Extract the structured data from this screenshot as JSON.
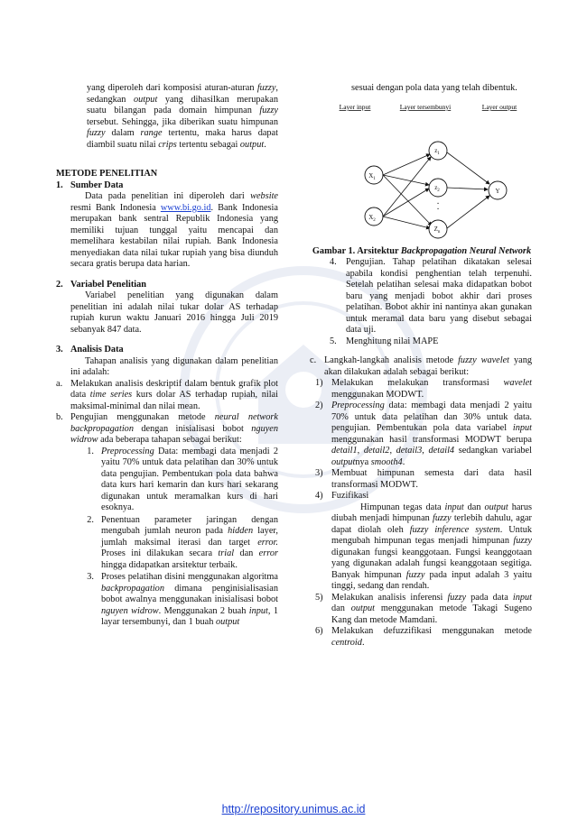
{
  "left": {
    "intro": {
      "t1": "yang diperoleh dari komposisi aturan-aturan ",
      "i1": "fuzzy",
      "t2": ", sedangkan ",
      "i2": "output",
      "t3": " yang dihasilkan merupakan suatu bilangan pada domain himpunan ",
      "i3": "fuzzy",
      "t4": " tersebut. Sehingga, jika diberikan suatu himpunan ",
      "i4": "fuzzy",
      "t5": " dalam ",
      "i5": "range",
      "t6": " tertentu, maka harus dapat diambil suatu nilai ",
      "i6": "crips",
      "t7": " tertentu sebagai ",
      "i7": "output",
      "t8": "."
    },
    "section_title": "METODE PENELITIAN",
    "sub1": {
      "num": "1.",
      "title": "Sumber Data",
      "t1": "Data pada penelitian ini diperoleh dari ",
      "i1": "website",
      "t2": " resmi Bank Indonesia ",
      "link": "www.bi.go.id",
      "t3": ". Bank Indonesia merupakan bank sentral Republik Indonesia yang memiliki tujuan tunggal yaitu mencapai dan memelihara kestabilan nilai rupiah. Bank Indonesia menyediakan data nilai tukar rupiah yang bisa diunduh secara gratis berupa data harian."
    },
    "sub2": {
      "num": "2.",
      "title": "Variabel Penelitian",
      "text": "Variabel penelitian yang digunakan dalam penelitian ini adalah nilai tukar dolar AS terhadap rupiah kurun waktu Januari 2016 hingga Juli 2019 sebanyak 847 data."
    },
    "sub3": {
      "num": "3.",
      "title": "Analisis Data",
      "text": "Tahapan analisis yang digunakan dalam penelitian ini adalah:"
    },
    "a": {
      "label": "a.",
      "t1": "Melakukan analisis deskriptif dalam bentuk grafik plot data ",
      "i1": "time series",
      "t2": " kurs dolar AS terhadap rupiah, nilai maksimal-minimal dan nilai mean."
    },
    "b": {
      "label": "b.",
      "t1": "Pengujian menggunakan metode ",
      "i1": "neural network backpropagation",
      "t2": " dengan inisialisasi bobot ",
      "i2": "nguyen widrow",
      "t3": " ada beberapa tahapan sebagai berikut:"
    },
    "b1": {
      "num": "1.",
      "i1": "Preprocessing",
      "t1": " Data: membagi data menjadi 2 yaitu 70% untuk data pelatihan dan 30% untuk data pengujian. Pembentukan pola data bahwa data kurs hari kemarin dan kurs hari sekarang digunakan untuk meramalkan kurs di hari esoknya."
    },
    "b2": {
      "num": "2.",
      "t1": "Penentuan parameter jaringan dengan mengubah jumlah neuron pada ",
      "i1": "hidden",
      "t2": " layer, jumlah maksimal iterasi dan target ",
      "i2": "error.",
      "t3": " Proses ini dilakukan secara ",
      "i3": "trial",
      "t4": " dan ",
      "i4": "error",
      "t5": " hingga didapatkan arsitektur terbaik."
    },
    "b3": {
      "num": "3.",
      "t1": "Proses pelatihan disini menggunakan algoritma ",
      "i1": "backpropagation",
      "t2": " dimana penginisialisasian bobot awalnya menggunakan inisialisasi bobot ",
      "i2": "nguyen widrow",
      "t3": ". Menggunakan 2 buah ",
      "i3": "input",
      "t4": ", 1 layar tersembunyi, dan 1 buah ",
      "i4": "output"
    }
  },
  "right": {
    "cont": "sesuai dengan pola data yang telah dibentuk.",
    "figure": {
      "layer_input": "Layer input",
      "layer_hidden": "Layer tersembunyi",
      "layer_output": "Layer output",
      "x1": "X",
      "x1_sub": "1",
      "x2": "X",
      "x2_sub": "2",
      "z1": "z",
      "z1_sub": "1",
      "z2": "z",
      "z2_sub": "2",
      "zn": "Z",
      "zn_sub": "n",
      "y": "Y",
      "dots1": "·",
      "dots2": "·"
    },
    "caption_t1": "Gambar 1. Arsitektur ",
    "caption_i1": "Backpropagation Neural Network",
    "s4": {
      "num": "4.",
      "text": "Pengujian. Tahap pelatihan dikatakan selesai apabila kondisi penghentian telah terpenuhi. Setelah pelatihan selesai maka didapatkan bobot baru yang menjadi bobot akhir dari proses pelatihan. Bobot akhir ini nantinya akan gunakan untuk meramal data baru yang disebut sebagai data uji."
    },
    "s5": {
      "num": "5.",
      "text": "Menghitung nilai MAPE"
    },
    "c": {
      "label": "c.",
      "t1": "Langkah-langkah analisis metode ",
      "i1": "fuzzy wavelet",
      "t2": " yang akan dilakukan adalah sebagai berikut:"
    },
    "c1": {
      "num": "1)",
      "t1": "Melakukan melakukan transformasi ",
      "i1": "wavelet",
      "t2": " menggunakan MODWT."
    },
    "c2": {
      "num": "2)",
      "i1": "Preprocessing",
      "t1": " data: membagi data menjadi 2 yaitu 70% untuk data pelatihan dan 30% untuk data. pengujian. Pembentukan pola data variabel ",
      "i2": "input",
      "t2": " menggunakan hasil transformasi MODWT berupa ",
      "i3": "detail1",
      "t3": ", ",
      "i4": "detail2",
      "t4": ", ",
      "i5": "detail3",
      "t5": ", ",
      "i6": "detail4",
      "t6": " sedangkan variabel ",
      "i7": "output",
      "t7": "nya ",
      "i8": "smooth4",
      "t8": "."
    },
    "c3": {
      "num": "3)",
      "text": "Membuat himpunan semesta dari data hasil transformasi MODWT."
    },
    "c4": {
      "num": "4)",
      "title": "Fuzifikasi",
      "t1": "Himpunan tegas data ",
      "i1": "input",
      "t2": " dan ",
      "i2": "output",
      "t3": " harus diubah menjadi himpunan ",
      "i3": "fuzzy",
      "t4": " terlebih dahulu, agar dapat diolah oleh ",
      "i4": "fuzzy inference system",
      "t5": ". Untuk mengubah himpunan tegas menjadi himpunan ",
      "i5": "fuzzy",
      "t6": " digunakan fungsi keanggotaan. Fungsi keanggotaan yang digunakan adalah fungsi keanggotaan segitiga. Banyak himpunan ",
      "i6": "fuzzy",
      "t7": " pada input adalah 3 yaitu tinggi, sedang dan rendah."
    },
    "c5": {
      "num": "5)",
      "t1": "Melakukan analisis inferensi ",
      "i1": "fuzzy",
      "t2": " pada data ",
      "i2": "input",
      "t3": " dan ",
      "i3": "output",
      "t4": " menggunakan metode Takagi Sugeno Kang dan metode Mamdani."
    },
    "c6": {
      "num": "6)",
      "t1": "Melakukan defuzzifikasi menggunakan metode ",
      "i1": "centroid",
      "t2": "."
    }
  },
  "footer": {
    "url": "http://repository.unimus.ac.id"
  },
  "colors": {
    "link": "#1a3fd1",
    "watermark": "#2a4a9a"
  }
}
